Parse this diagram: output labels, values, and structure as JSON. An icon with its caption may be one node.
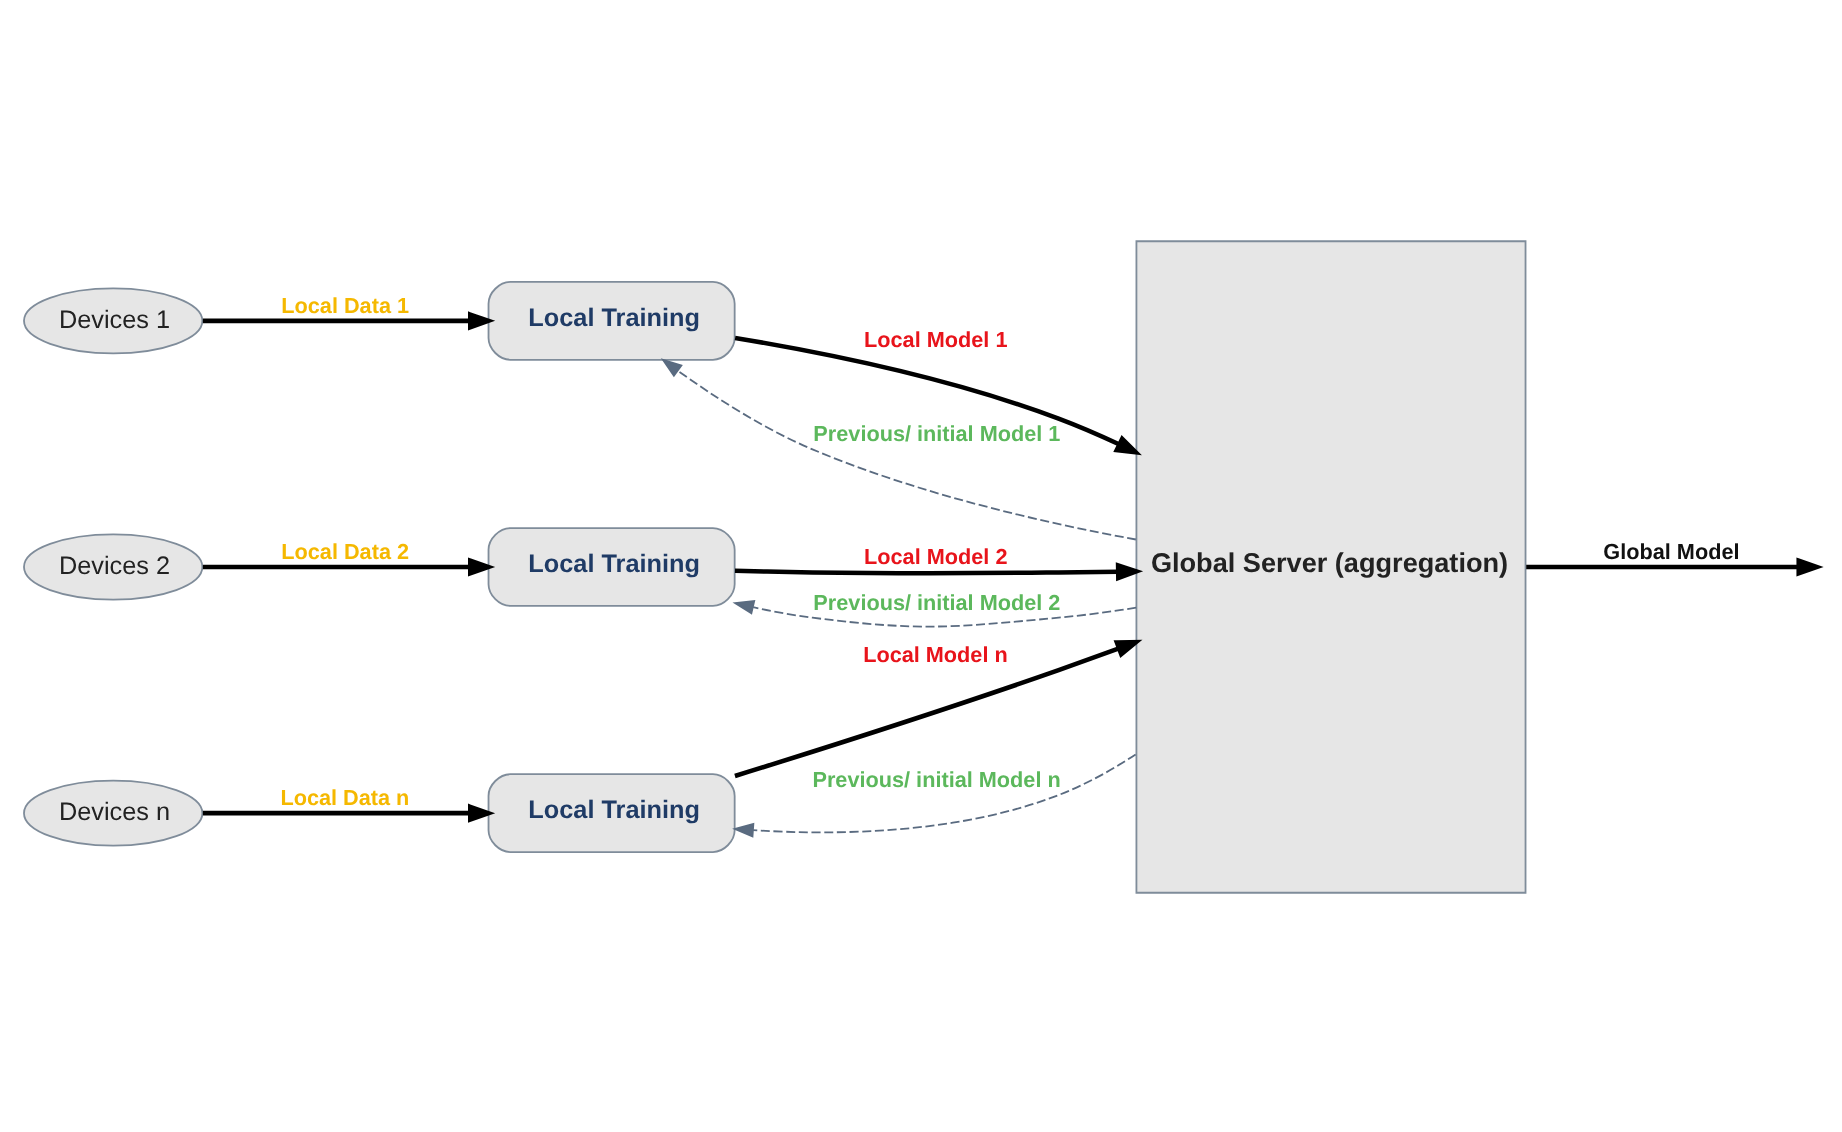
{
  "diagram": {
    "nodes": [
      {
        "text": [
          "Devices 1"
        ]
      },
      {
        "text": [
          "Local Training"
        ]
      },
      {
        "text": [
          "Devices 2"
        ]
      },
      {
        "text": [
          "Local Training"
        ]
      },
      {
        "text": [
          "Devices n"
        ]
      },
      {
        "text": [
          "Local Training"
        ]
      },
      {
        "text": [
          "Global Server (aggregation)"
        ]
      }
    ],
    "edges": [
      {
        "from": 0,
        "to": 1,
        "arrow": "to",
        "label": "Local Data 1"
      },
      {
        "from": 1,
        "to": 6,
        "arrow": "to",
        "label": "Local Model 1"
      },
      {
        "from": 2,
        "to": 3,
        "arrow": "to",
        "label": "Local Data 2"
      },
      {
        "from": 3,
        "to": 6,
        "arrow": "to",
        "label": "Local Model 2"
      },
      {
        "from": 4,
        "to": 5,
        "arrow": "to",
        "label": "Local Data n"
      },
      {
        "from": 5,
        "to": 6,
        "arrow": "to",
        "label": "Local Model n"
      },
      {
        "from": 6,
        "to": null,
        "arrow": "to",
        "label": "Global Model"
      },
      {
        "from": 6,
        "to": 1,
        "arrow": "to",
        "label": "Previous/ initial Model 1",
        "style": "dashed",
        "color": "#5a6b80"
      },
      {
        "from": 6,
        "to": 3,
        "arrow": "to",
        "label": "Previous/ initial Model 2",
        "style": "dashed",
        "color": "#5a6b80"
      },
      {
        "from": 6,
        "to": 5,
        "arrow": "to",
        "label": "Previous/ initial Model n",
        "style": "dashed",
        "color": "#5a6b80"
      }
    ]
  }
}
